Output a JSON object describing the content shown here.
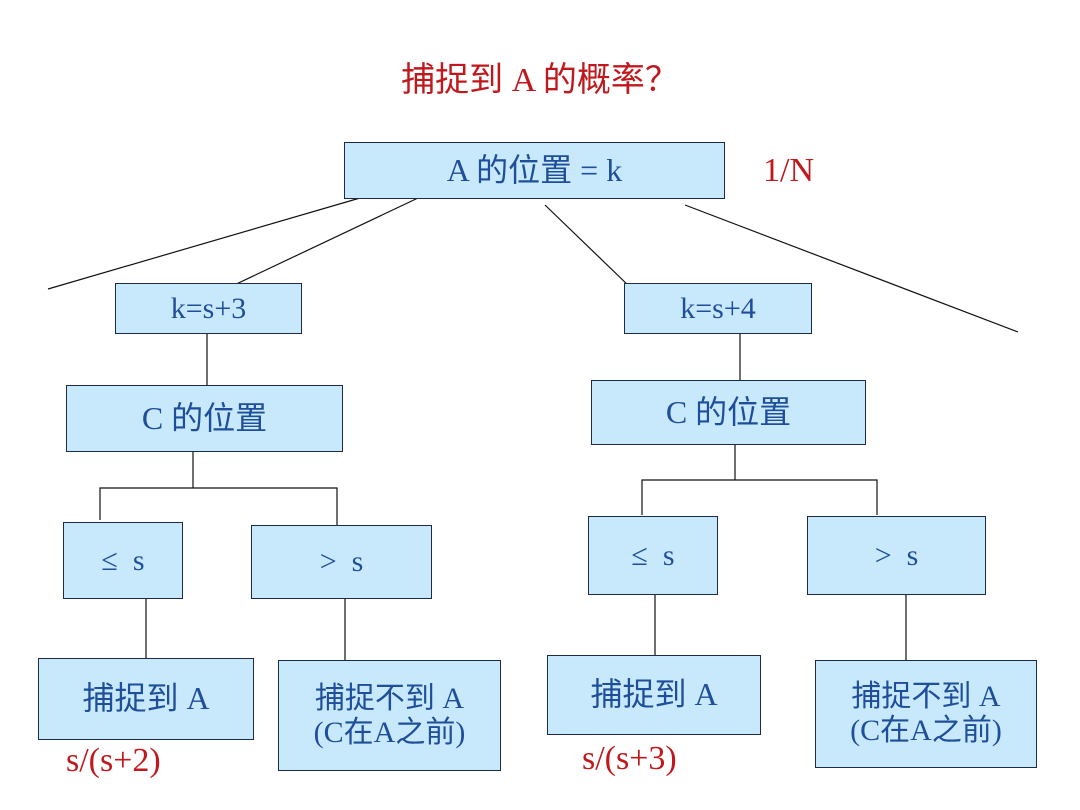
{
  "title": "捕捉到 A 的概率？",
  "root": {
    "label": "A 的位置 = k",
    "probability": "1/N"
  },
  "branches": [
    {
      "condition": "k=s+3",
      "sub": "C 的位置",
      "options": [
        {
          "label": "≤  s",
          "result": "捕捉到 A"
        },
        {
          "label": ">  s",
          "result_line1": "捕捉不到 A",
          "result_line2": "(C在A之前)"
        }
      ],
      "probability": "s/(s+2)"
    },
    {
      "condition": "k=s+4",
      "sub": "C 的位置",
      "options": [
        {
          "label": "≤  s",
          "result": "捕捉到 A"
        },
        {
          "label": ">  s",
          "result_line1": "捕捉不到 A",
          "result_line2": "(C在A之前)"
        }
      ],
      "probability": "s/(s+3)"
    }
  ]
}
